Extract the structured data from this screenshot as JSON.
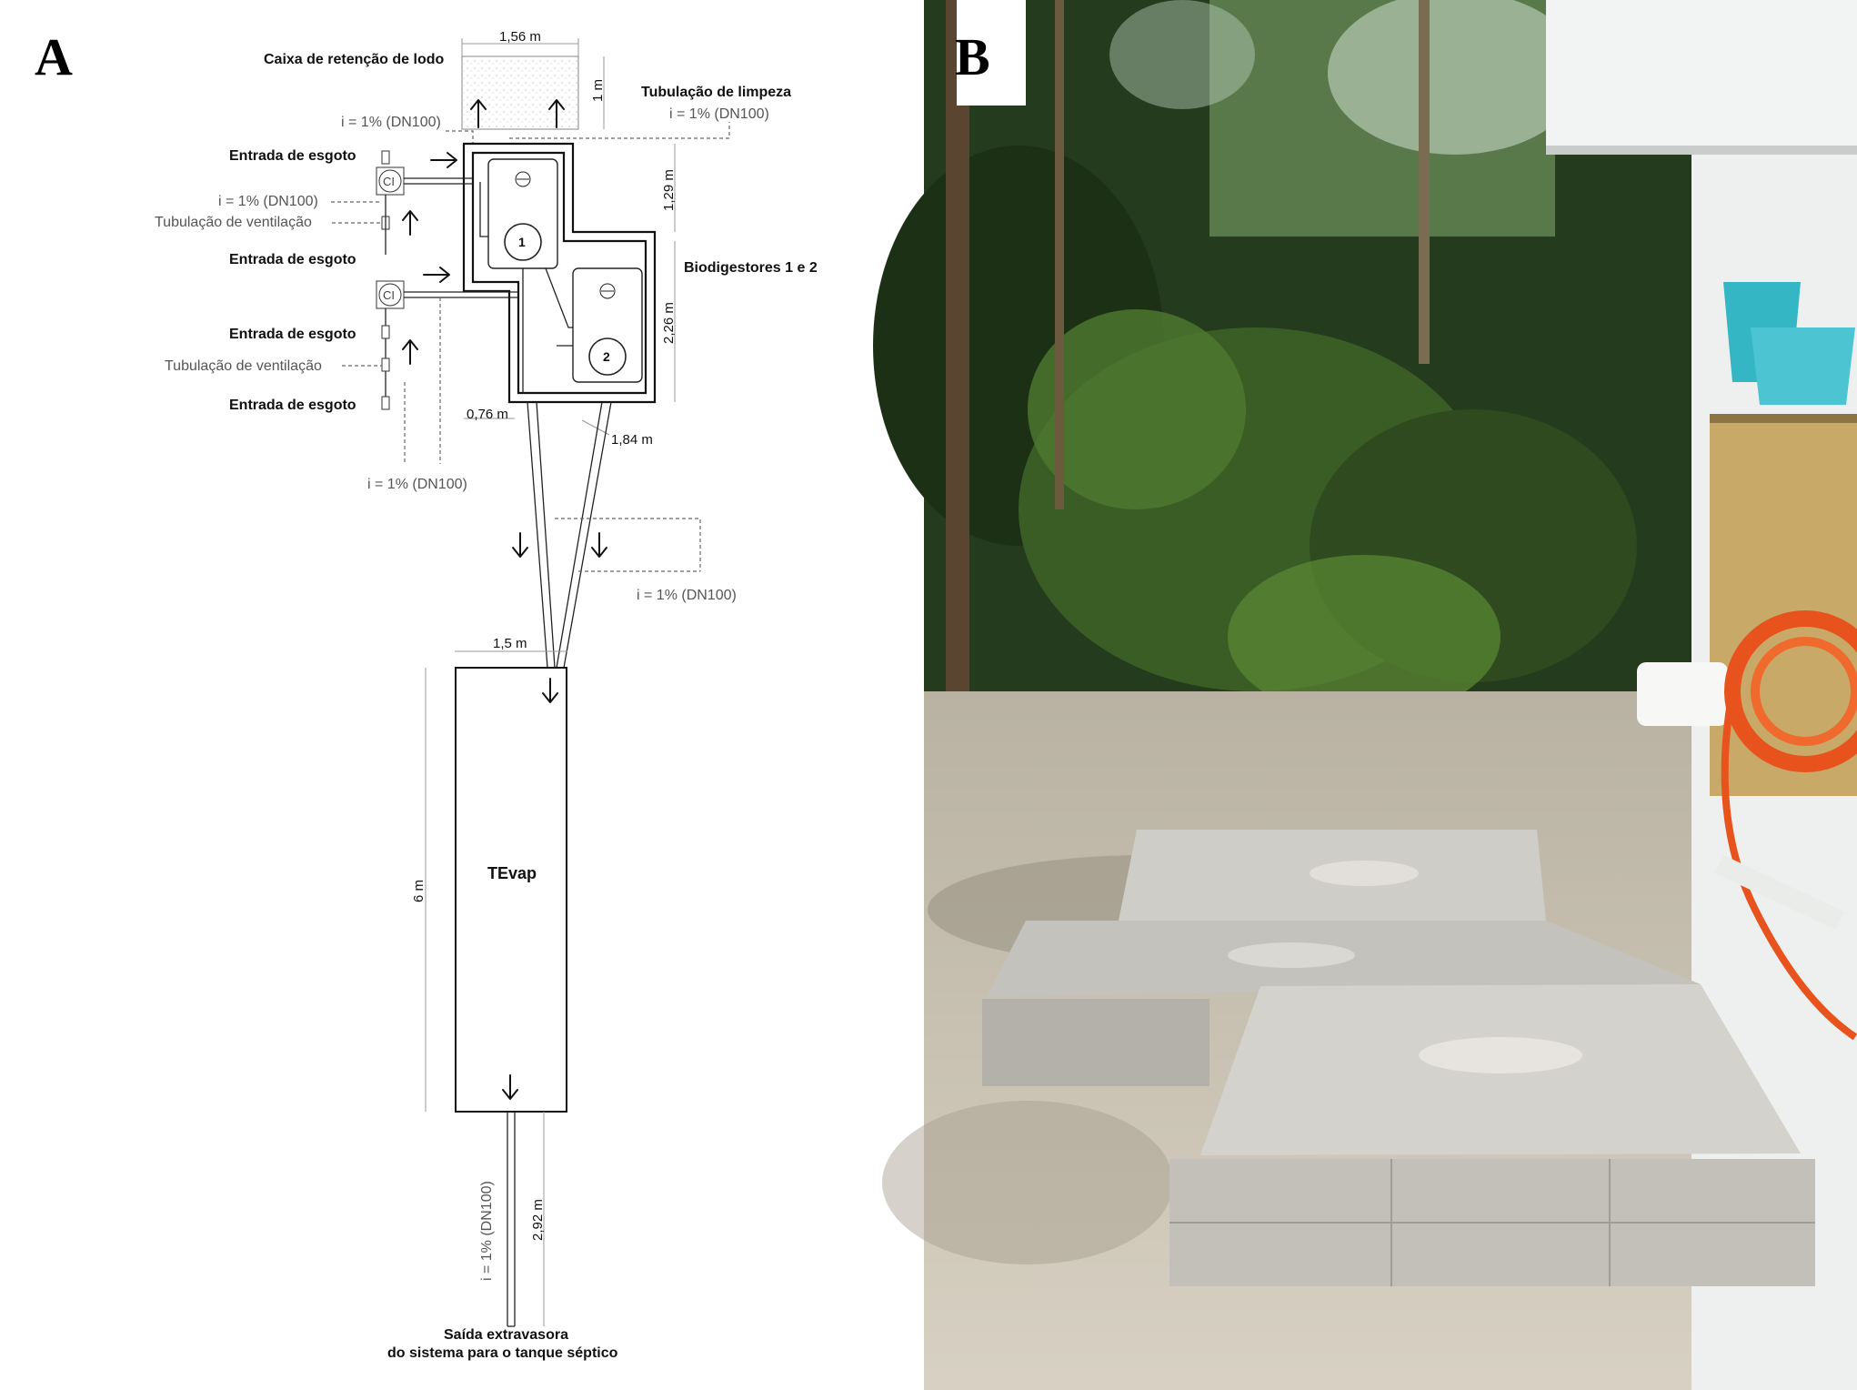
{
  "panels": {
    "a": "A",
    "b": "B"
  },
  "labels": {
    "caixa": "Caixa de retenção de lodo",
    "tubulacao_limpeza": "Tubulação de limpeza",
    "entrada_esgoto": "Entrada de esgoto",
    "tubulacao_ventilacao": "Tubulação de ventilação",
    "biodigestores": "Biodigestores 1 e 2",
    "tevap": "TEvap",
    "saida_l1": "Saída extravasora",
    "saida_l2": "do sistema para o tanque séptico",
    "ci": "CI",
    "slope": "i = 1% (DN100)",
    "bio1": "1",
    "bio2": "2"
  },
  "dims": {
    "d_156": "1,56 m",
    "d_1m": "1 m",
    "d_129": "1,29 m",
    "d_226": "2,26 m",
    "d_076": "0,76 m",
    "d_184": "1,84 m",
    "d_15": "1,5 m",
    "d_6": "6 m",
    "d_292": "2,92 m"
  },
  "photo": {
    "description_icon": "photo-icon",
    "colors": {
      "sky": "#dce9e4",
      "foliage": "#2f4a23",
      "sand": "#cfc6b6",
      "concrete": "#cfcdc8",
      "wall": "#eef0ef",
      "hose": "#e8521c",
      "bucket": "#35b6c4"
    }
  }
}
